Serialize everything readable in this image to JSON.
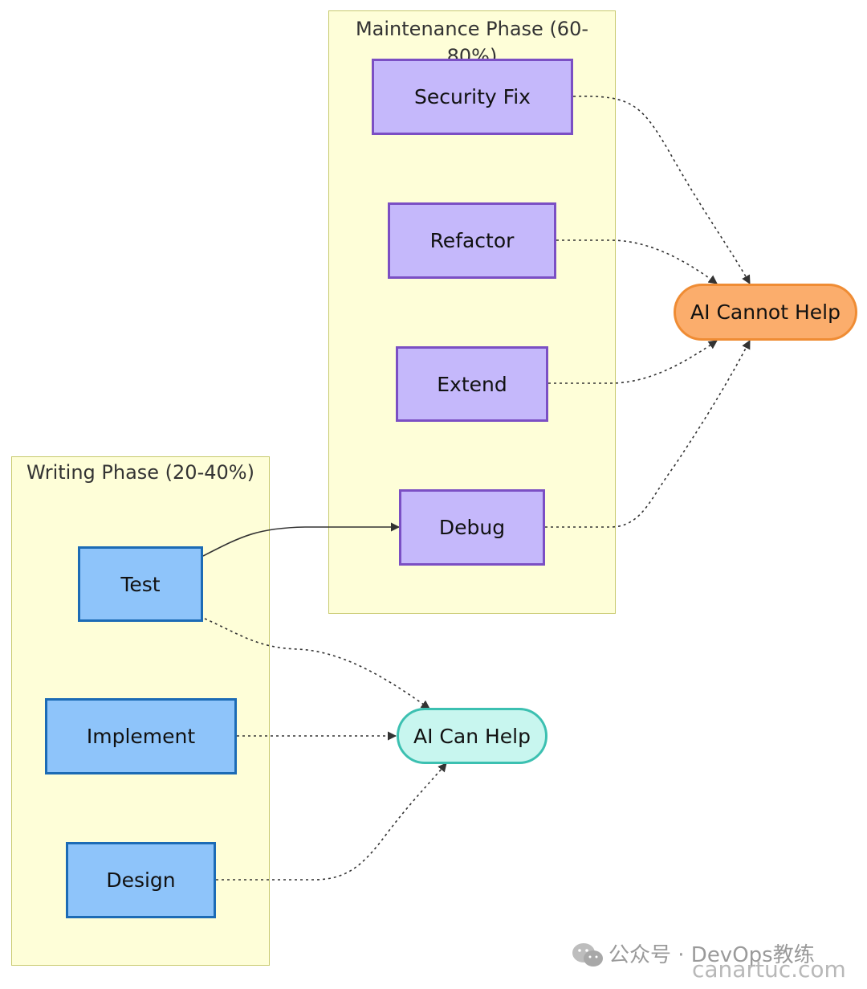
{
  "clusters": {
    "maintenance": {
      "title": "Maintenance Phase (60-80%)"
    },
    "writing": {
      "title": "Writing Phase (20-40%)"
    }
  },
  "nodes": {
    "security_fix": "Security Fix",
    "refactor": "Refactor",
    "extend": "Extend",
    "debug": "Debug",
    "test": "Test",
    "implement": "Implement",
    "design": "Design",
    "ai_cannot_help": "AI Cannot Help",
    "ai_can_help": "AI Can Help"
  },
  "edges": [
    {
      "from": "test",
      "to": "debug",
      "style": "solid"
    },
    {
      "from": "security_fix",
      "to": "ai_cannot_help",
      "style": "dotted"
    },
    {
      "from": "refactor",
      "to": "ai_cannot_help",
      "style": "dotted"
    },
    {
      "from": "extend",
      "to": "ai_cannot_help",
      "style": "dotted"
    },
    {
      "from": "debug",
      "to": "ai_cannot_help",
      "style": "dotted"
    },
    {
      "from": "test",
      "to": "ai_can_help",
      "style": "dotted"
    },
    {
      "from": "implement",
      "to": "ai_can_help",
      "style": "dotted"
    },
    {
      "from": "design",
      "to": "ai_can_help",
      "style": "dotted"
    }
  ],
  "watermark": {
    "line1": "公众号 · DevOps教练",
    "line2": "canartuc.com",
    "icon": "wechat-icon"
  },
  "colors": {
    "maintenance_node_fill": "#c5b8fb",
    "writing_node_fill": "#8ec4fa",
    "cannot_help_fill": "#fbad6c",
    "can_help_fill": "#c8f6ef",
    "cluster_fill": "#fefed8"
  }
}
